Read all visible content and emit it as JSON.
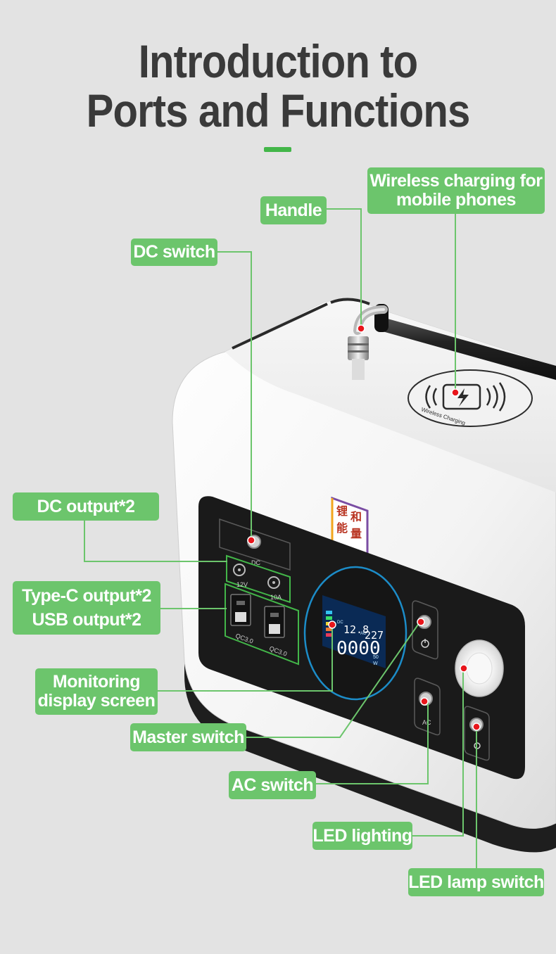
{
  "title": {
    "line1": "Introduction to",
    "line2": "Ports and Functions"
  },
  "labels": {
    "wireless": [
      "Wireless charging for",
      "mobile phones"
    ],
    "handle": "Handle",
    "dc_switch": "DC switch",
    "dc_output": "DC output*2",
    "typec_output": "Type-C output*2",
    "usb_output": "USB output*2",
    "monitor": [
      "Monitoring",
      "display screen"
    ],
    "master_switch": "Master switch",
    "ac_switch": "AC switch",
    "led_lighting": "LED lighting",
    "led_lamp_switch": "LED lamp switch"
  },
  "device_markings": {
    "dc": "DC",
    "v12": "12V",
    "a10": "10A",
    "qc_left": "QC3.0",
    "qc_right": "QC3.0",
    "ac": "AC",
    "wireless_text": "Wireless Charging",
    "screen_dc_value": "12.8",
    "screen_dc_unit": "V",
    "screen_ac_label": "AC",
    "screen_ac_value": "227",
    "screen_ac_unit": "V",
    "screen_main": "0000",
    "screen_hz": "50",
    "screen_w": "W",
    "screen_dc": "DC",
    "logo_chars": [
      "锂",
      "和",
      "能",
      "量"
    ]
  },
  "colors": {
    "label_green": "#6cc56c",
    "accent_green": "#43b649",
    "callout_dot": "#e8151b",
    "background": "#e3e3e3",
    "title_text": "#3a3a3a"
  }
}
